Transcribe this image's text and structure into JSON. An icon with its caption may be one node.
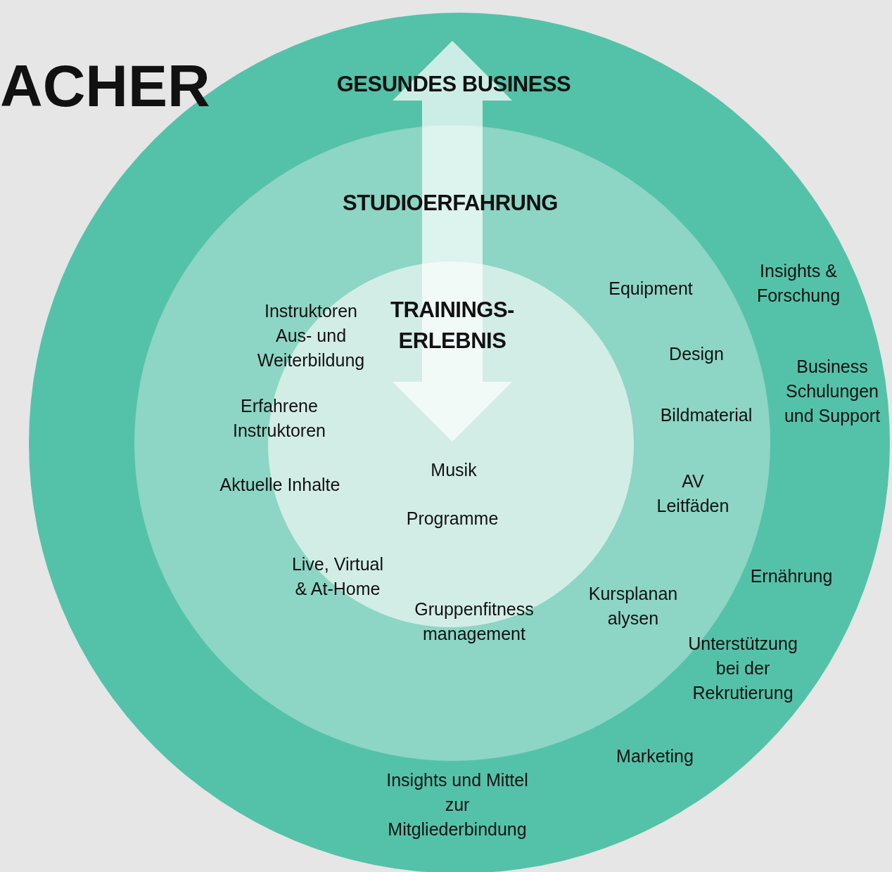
{
  "diagram": {
    "nodes": [
      {
        "text": [
          "GESUNDES BUSINESS"
        ]
      },
      {
        "text": [
          "STUDIOERFAHRUNG"
        ],
        "in": 0
      },
      {
        "text": [
          "TRAININGS- ERLEBNIS"
        ],
        "in": 1
      }
    ],
    "labels": [
      "ACHER",
      "Insights & Forschung",
      "Equipment",
      "Instruktoren Aus- und Weiterbildung",
      "Design",
      "Business Schulungen und Support",
      "Erfahrene Instruktoren",
      "Bildmaterial",
      "Musik",
      "Aktuelle Inhalte",
      "AV Leitfäden",
      "Programme",
      "Live, Virtual & At-Home",
      "Ernährung",
      "Kursplanan alysen",
      "Gruppenfitness management",
      "Unterstützung bei der Rekrutierung",
      "Marketing",
      "Insights und Mittel zur Mitgliederbindung"
    ]
  }
}
